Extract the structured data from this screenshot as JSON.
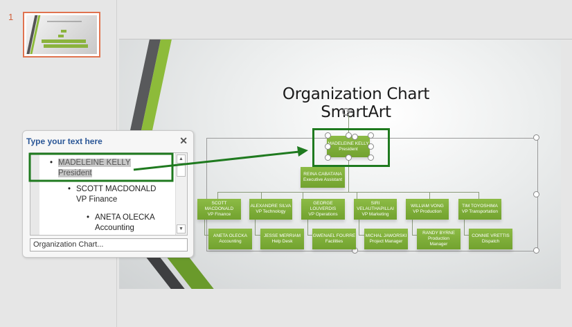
{
  "thumbnails": [
    {
      "number": "1",
      "title": "Organization Chart SmartArt"
    }
  ],
  "slide": {
    "title": "Organization Chart SmartArt",
    "rotate_icon": "rotate-icon",
    "org_chart": {
      "president": {
        "name": "MADELEINE KELLY",
        "title": "President"
      },
      "assistant": {
        "name": "REINA CABATANA",
        "title": "Executive Assistant"
      },
      "vps": [
        {
          "name": "SCOTT MACDONALD",
          "name_l1": "SCOTT",
          "name_l2": "MACDONALD",
          "title": "VP Finance",
          "report": {
            "name": "ANETA OLECKA",
            "title": "Accounting"
          }
        },
        {
          "name": "ALEXANDRE SILVA",
          "title": "VP Technology",
          "report": {
            "name": "JESSE MERRIAM",
            "title": "Help Desk"
          }
        },
        {
          "name": "GEORGE LOUVERDIS",
          "name_l1": "GEORGE",
          "name_l2": "LOUVERDIS",
          "title": "VP Operations",
          "report": {
            "name": "GWENAEL FOURRE",
            "title": "Facilities"
          }
        },
        {
          "name": "SIRI VELAUTHAPILLAI",
          "name_l1": "SIRI",
          "name_l2": "VELAUTHAPILLAI",
          "title": "VP Marketing",
          "report": {
            "name": "MICHAL JAWORSKI",
            "title": "Project Manager"
          }
        },
        {
          "name": "WILLIAM VONG",
          "title": "VP Production",
          "report": {
            "name": "RANDY BYRNE",
            "title": "Production",
            "title_l2": "Manager"
          }
        },
        {
          "name": "TIM TOYOSHIMA",
          "title": "VP Transportation",
          "report": {
            "name": "CONNIE VRETTIS",
            "title": "Dispatch"
          }
        }
      ]
    }
  },
  "text_pane": {
    "title": "Type your text here",
    "close_icon": "close-icon",
    "items": [
      {
        "level": 1,
        "name": "MADELEINE KELLY",
        "title": "President",
        "selected": true
      },
      {
        "level": 2,
        "name": "SCOTT MACDONALD",
        "title": "VP Finance"
      },
      {
        "level": 3,
        "name": "ANETA OLECKA",
        "title": "Accounting"
      }
    ],
    "footer_link": "Organization Chart..."
  },
  "colors": {
    "accent_green": "#8cbb45",
    "highlight_green": "#1f7a1f",
    "thumb_border": "#e0734f",
    "pane_title": "#2b5797"
  }
}
